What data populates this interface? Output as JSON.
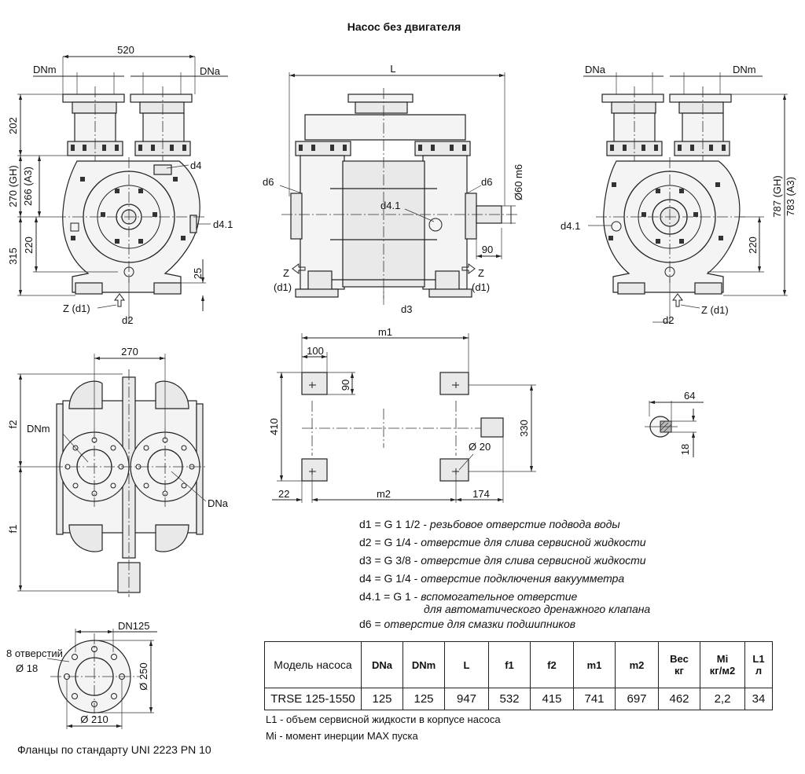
{
  "title": "Насос без двигателя",
  "views": {
    "left": {
      "labels": {
        "dnm": "DNm",
        "dna": "DNa",
        "d4": "d4",
        "d41": "d4.1",
        "z": "Z (d1)",
        "d2": "d2"
      },
      "dims": {
        "w520": "520",
        "h202": "202",
        "h270": "270 (GH)",
        "h266": "266 (A3)",
        "h315": "315",
        "h220": "220",
        "h25": "25"
      }
    },
    "center": {
      "labels": {
        "L": "L",
        "d6l": "d6",
        "d6r": "d6",
        "d41": "d4.1",
        "zl": "Z",
        "zl2": "(d1)",
        "zr": "Z",
        "zr2": "(d1)",
        "d3": "d3"
      },
      "dims": {
        "shaft": "Ø60 m6",
        "s90": "90"
      }
    },
    "right": {
      "labels": {
        "dna": "DNa",
        "dnm": "DNm",
        "d41": "d4.1",
        "z": "Z (d1)",
        "d2": "d2"
      },
      "dims": {
        "h787": "787 (GH)",
        "h783": "783 (A3)",
        "h220": "220"
      }
    },
    "top": {
      "labels": {
        "dnm": "DNm",
        "dna": "DNa"
      },
      "dims": {
        "w270": "270",
        "f2": "f2",
        "f1": "f1"
      }
    },
    "base": {
      "dims": {
        "m1": "m1",
        "w100": "100",
        "h90": "90",
        "h410": "410",
        "h330": "330",
        "hole": "Ø 20",
        "w22": "22",
        "m2": "m2",
        "w174": "174"
      }
    },
    "key": {
      "dims": {
        "w64": "64",
        "h18": "18"
      }
    },
    "flange": {
      "labels": {
        "dn": "DN125",
        "holes1": "8 отверстий",
        "holes2": "Ø 18"
      },
      "dims": {
        "d250": "Ø 250",
        "d210": "Ø 210"
      }
    }
  },
  "legend": [
    {
      "code": "d1 = G 1 1/2",
      "desc": "резьбовое отверстие подвода воды"
    },
    {
      "code": "d2 = G 1/4",
      "desc": "отверстие для слива сервисной жидкости"
    },
    {
      "code": "d3 = G 3/8",
      "desc": "отверстие для слива сервисной жидкости"
    },
    {
      "code": "d4 = G 1/4",
      "desc": "отверстие подключения вакуумметра"
    },
    {
      "code": "d4.1 = G 1",
      "desc": "вспомогательное отверстие",
      "desc2": "для автоматического дренажного клапана"
    },
    {
      "code": "d6 =",
      "desc": "отверстие для смазки подшипников"
    }
  ],
  "table": {
    "headers": [
      {
        "line1": "Модель насоса",
        "line2": ""
      },
      {
        "line1": "DNa",
        "line2": ""
      },
      {
        "line1": "DNm",
        "line2": ""
      },
      {
        "line1": "L",
        "line2": ""
      },
      {
        "line1": "f1",
        "line2": ""
      },
      {
        "line1": "f2",
        "line2": ""
      },
      {
        "line1": "m1",
        "line2": ""
      },
      {
        "line1": "m2",
        "line2": ""
      },
      {
        "line1": "Вес",
        "line2": "кг"
      },
      {
        "line1": "Mi",
        "line2": "кг/м2"
      },
      {
        "line1": "L1",
        "line2": "л"
      }
    ],
    "row": [
      "TRSE 125-1550",
      "125",
      "125",
      "947",
      "532",
      "415",
      "741",
      "697",
      "462",
      "2,2",
      "34"
    ]
  },
  "notes": [
    "L1 - объем сервисной жидкости в корпусе насоса",
    "Mi - момент инерции MAX пуска"
  ],
  "flange_standard": "Фланцы по стандарту UNI 2223 PN 10"
}
